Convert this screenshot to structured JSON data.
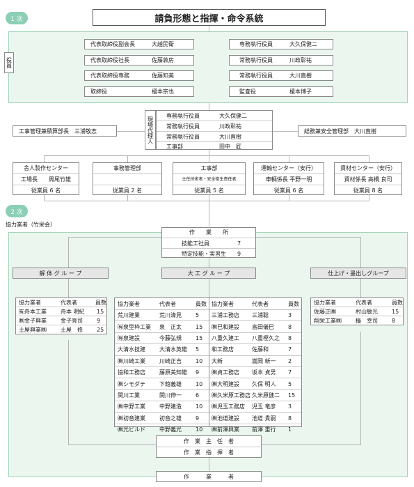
{
  "title": "請負形態と指揮・命令系統",
  "section1": "1 次",
  "section2": "2 次",
  "officer_label": "役員",
  "officers_left": [
    {
      "role": "代表取締役副会長",
      "name": "大越民衛"
    },
    {
      "role": "代表取締役社長",
      "name": "佐藤敦房"
    },
    {
      "role": "代表取締役専務",
      "name": "佐藤知美"
    },
    {
      "role": "取締役",
      "name": "榎本宗也"
    }
  ],
  "officers_right": [
    {
      "role": "専務執行役員",
      "name": "大久保健二"
    },
    {
      "role": "常務執行役員",
      "name": "川政彰祐"
    },
    {
      "role": "常務執行役員",
      "name": "大川直樹"
    },
    {
      "role": "監査役",
      "name": "榎本博子"
    }
  ],
  "site_agent_label": "現場代理人",
  "site_agents": [
    {
      "role": "専務執行役員",
      "name": "大久保健二"
    },
    {
      "role": "常務執行役員",
      "name": "川政彰祐"
    },
    {
      "role": "常務執行役員",
      "name": "大川直樹"
    },
    {
      "role": "工事部",
      "name": "田中　匠"
    }
  ],
  "left_manager": "工事管理兼積算部長　三浦敬志",
  "right_manager": "総務兼安全管理部　大川直樹",
  "departments": [
    {
      "name": "舎人製作センター",
      "detail": "工場長　　周尾竹雄",
      "staff": "従業員 6 名"
    },
    {
      "name": "事務管理部",
      "detail": "",
      "staff": "従業員 2 名"
    },
    {
      "name": "工事部",
      "detail": "主任技術者・安全衛生責任者",
      "staff": "従業員 5 名"
    },
    {
      "name": "運輸センター（安行）",
      "detail": "車輌係長 平野一明",
      "staff": "従業員 6 名"
    },
    {
      "name": "資材センター（安行）",
      "detail": "資材係長 高橋 良司",
      "staff": "従業員 8 名"
    }
  ],
  "cooperative_label": "協力業者（竹栄会）",
  "office": {
    "title": "作　　業　　所",
    "rows": [
      {
        "label": "技能工社員",
        "count": "7"
      },
      {
        "label": "特定技能・実習生",
        "count": "9"
      }
    ]
  },
  "groups": {
    "demolition": "解 体 グ ル ー プ",
    "carpentry": "大 工 グ ル ー プ",
    "finishing": "仕上げ・墨出しグループ"
  },
  "table_headers": {
    "company": "協力業者",
    "rep": "代表者",
    "count": "員数"
  },
  "demolition_rows": [
    {
      "company": "㈲舟本工業",
      "rep": "舟本 明紀",
      "count": "15"
    },
    {
      "company": "㈱金子興業",
      "rep": "金子亮司",
      "count": "9"
    },
    {
      "company": "土屋興業㈱",
      "rep": "土屋　修",
      "count": "25"
    }
  ],
  "carpentry_left_rows": [
    {
      "company": "荒川建業",
      "rep": "荒川清見",
      "count": "5"
    },
    {
      "company": "㈲泉型枠工業",
      "rep": "泉　正太",
      "count": "15"
    },
    {
      "company": "㈲泉建設",
      "rep": "今藤弘規",
      "count": "15"
    },
    {
      "company": "大清水技建",
      "rep": "大清水英雄",
      "count": "5"
    },
    {
      "company": "㈱川崎工業",
      "rep": "川崎正吉",
      "count": "10"
    },
    {
      "company": "協和工務店",
      "rep": "藤原美知雄",
      "count": "9"
    },
    {
      "company": "㈱シモダテ",
      "rep": "下舘義雄",
      "count": "10"
    },
    {
      "company": "関川工業",
      "rep": "関川伸一",
      "count": "6"
    },
    {
      "company": "㈱中野工業",
      "rep": "中野建造",
      "count": "10"
    },
    {
      "company": "㈱初音建業",
      "rep": "初音之雄",
      "count": "9"
    },
    {
      "company": "㈱光ビルド",
      "rep": "中野義光",
      "count": "10"
    }
  ],
  "carpentry_right_rows": [
    {
      "company": "三浦工務店",
      "rep": "三浦聡",
      "count": "3"
    },
    {
      "company": "㈱巳和建設",
      "rep": "島田儀巳",
      "count": "8"
    },
    {
      "company": "八重久建工",
      "rep": "八重樫久之",
      "count": "8"
    },
    {
      "company": "和工務店",
      "rep": "佐藤和",
      "count": "7"
    },
    {
      "company": "大新",
      "rep": "嵩岡 新一",
      "count": "2"
    },
    {
      "company": "㈱貞工務店",
      "rep": "坂本 貞男",
      "count": "7"
    },
    {
      "company": "㈱大明建設",
      "rep": "久保 明人",
      "count": "5"
    },
    {
      "company": "㈱久米原工務店",
      "rep": "久米原健二",
      "count": "15"
    },
    {
      "company": "㈱児玉工務店",
      "rep": "児玉 竜彦",
      "count": "3"
    },
    {
      "company": "㈱池道建設",
      "rep": "池道 貴嗣",
      "count": "8"
    },
    {
      "company": "㈱前澤興業",
      "rep": "前澤 重行",
      "count": "1"
    }
  ],
  "finishing_rows": [
    {
      "company": "佐藤正㈱",
      "rep": "村山敏光",
      "count": "15"
    },
    {
      "company": "翔栄工業㈱",
      "rep": "龝　幸司",
      "count": "8"
    }
  ],
  "foreman": "作　業　主　任　者",
  "commander": "作　業　指　揮　者",
  "worker": "作　　　業　　　者"
}
